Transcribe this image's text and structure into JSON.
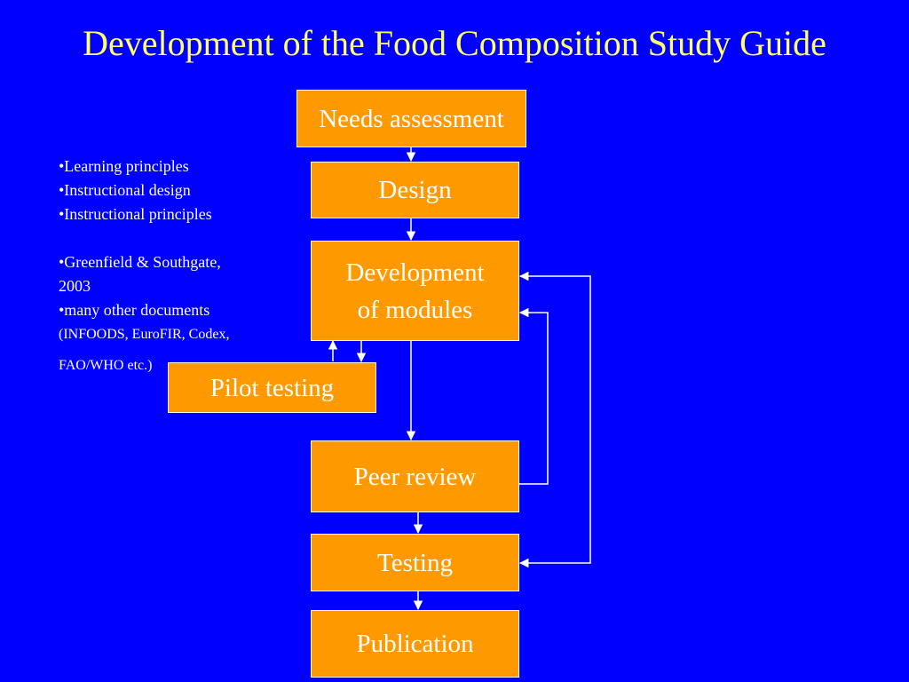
{
  "title": "Development of the Food Composition Study Guide",
  "steps": {
    "needs_assessment": "Needs assessment",
    "design": "Design",
    "development_line1": "Development",
    "development_line2": "of modules",
    "pilot_testing": "Pilot testing",
    "peer_review": "Peer review",
    "testing": "Testing",
    "publication": "Publication"
  },
  "notes": {
    "group1": [
      "•Learning principles",
      "•Instructional design",
      "•Instructional principles"
    ],
    "ref1_line1": "•Greenfield & Southgate,",
    "ref1_line2": "2003",
    "ref2_line1": "•many other documents",
    "ref2_line2": "(INFOODS, EuroFIR, Codex,",
    "ref2_line3": "FAO/WHO etc.)"
  },
  "colors": {
    "background": "#0000ff",
    "title": "#ffff66",
    "box_fill": "#ff9900",
    "box_text": "#ffffff",
    "connector": "#ffffff"
  }
}
